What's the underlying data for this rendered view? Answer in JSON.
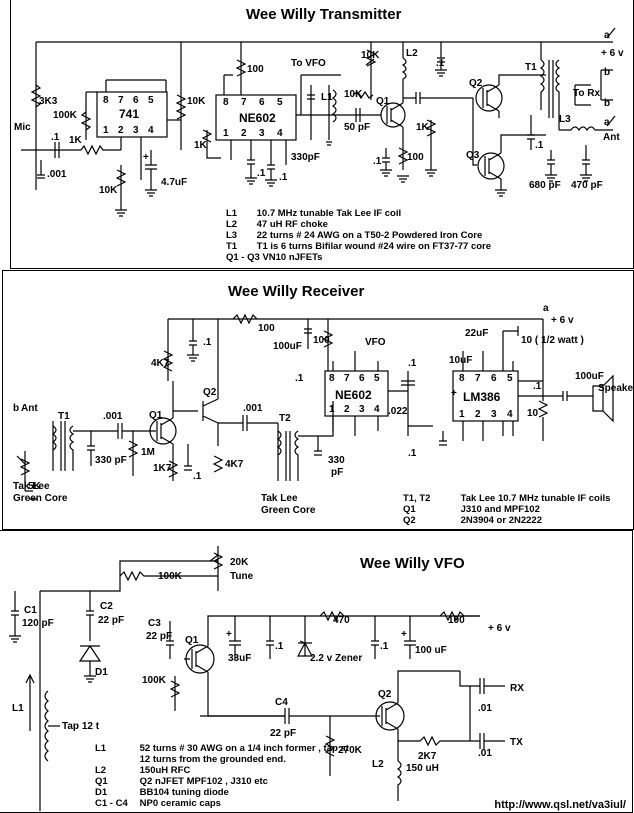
{
  "transmitter": {
    "title": "Wee Willy  Transmitter",
    "labels": {
      "mic": "Mic",
      "r3k3": "3K3",
      "c1": ".1",
      "c001": ".001",
      "r1k_a": "1K",
      "r100k_a": "100K",
      "op": "741",
      "r10k_a": "10K",
      "c47u": "4.7uF",
      "r10k_b": "10K",
      "r100": "100",
      "to_vfo": "To VFO",
      "ne": "NE602",
      "r1k_b": "1K",
      "c1_b": ".1",
      "c1_c": ".1",
      "l1": "L1",
      "c330": "330pF",
      "r10k_c": "10K",
      "r10k_d": "10K",
      "l2": "L2",
      "c1_d": ".1",
      "q1": "Q1",
      "c50": "50 pF",
      "r1k_c": "1K",
      "r100_b": "100",
      "c1_e": ".1",
      "q2": "Q2",
      "q3": "Q3",
      "t1": "T1",
      "c1_f": ".1",
      "l3": "L3",
      "c680": "680 pF",
      "c470": "470 pF",
      "to_rx": "To Rx",
      "v6": "+ 6 v",
      "ant": "Ant",
      "a": "a",
      "b": "b",
      "plus": "+",
      "pins_top": [
        "8",
        "7",
        "6",
        "5"
      ],
      "pins_bot": [
        "1",
        "2",
        "3",
        "4"
      ]
    },
    "notes": [
      {
        "ref": "L1",
        "text": "10.7 MHz tunable Tak Lee IF coil"
      },
      {
        "ref": "L2",
        "text": "47 uH RF choke"
      },
      {
        "ref": "L3",
        "text": "22 turns # 24  AWG on a T50-2 Powdered Iron Core"
      },
      {
        "ref": "T1",
        "text": "T1 is 6 turns Bifilar wound #24 wire on FT37-77 core"
      },
      {
        "ref": "Q1 - Q3",
        "text": "VN10  nJFETs"
      }
    ]
  },
  "receiver": {
    "title": "Wee Willy  Receiver",
    "labels": {
      "ant": "Ant",
      "b": "b",
      "r5k": "5K",
      "t1": "T1",
      "c001": ".001",
      "c330": "330 pF",
      "r1m": "1M",
      "q1": "Q1",
      "r4k7_a": "4K7",
      "r1k7": "1K7",
      "c1_a": ".1",
      "q2": "Q2",
      "c001_b": ".001",
      "r4k7_b": "4K7",
      "t2": "T2",
      "c330_b": "330",
      "pf": "pF",
      "r100_a": "100",
      "c100u": "100uF",
      "r100_b": "100",
      "c1_b": ".1",
      "vfo": "VFO",
      "ne": "NE602",
      "c022": ".022",
      "c1_c": ".1",
      "c1_d": ".1",
      "c10u": "10uF",
      "lm": "LM386",
      "c22u": "22uF",
      "r10": "10  ( 1/2 watt )",
      "c1_e": ".1",
      "r10_b": "10",
      "c100u_b": "100uF",
      "speaker": "Speaker",
      "a": "a",
      "v6": "+ 6 v",
      "tak1": "Tak Lee",
      "green1": "Green Core",
      "tak2": "Tak Lee",
      "green2": "Green Core",
      "plus": "+",
      "pins_top": [
        "8",
        "7",
        "6",
        "5"
      ],
      "pins_bot": [
        "1",
        "2",
        "3",
        "4"
      ]
    },
    "notes": [
      {
        "ref": "T1, T2",
        "text": "Tak Lee 10.7 MHz tunable IF coils"
      },
      {
        "ref": "Q1",
        "text": "J310 and MPF102"
      },
      {
        "ref": "Q2",
        "text": "2N3904 or 2N2222"
      }
    ]
  },
  "vfo": {
    "title": "Wee Willy VFO",
    "labels": {
      "c1": "C1",
      "c1v": "120 pF",
      "c2": "C2",
      "c2v": "22 pF",
      "d1": "D1",
      "r100k": "100K",
      "r20k": "20K",
      "tune": "Tune",
      "c3": "C3",
      "c3v": "22 pF",
      "q1": "Q1",
      "r100k_b": "100K",
      "c33u": "33uF",
      "c1_a": ".1",
      "zener": "2.2 v  Zener",
      "r470": "470",
      "c1_b": ".1",
      "r100": "100",
      "c100u": "100 uF",
      "v6": "+ 6 v",
      "l1": "L1",
      "tap": "Tap 12 t",
      "c4": "C4",
      "c4v": "22 pF",
      "r270k": "270K",
      "q2": "Q2",
      "l2": "L2",
      "l2v": "150 uH",
      "r2k7": "2K7",
      "rx": "RX",
      "tx": "TX",
      "c01_a": ".01",
      "c01_b": ".01",
      "plus": "+"
    },
    "notes": [
      {
        "ref": "L1",
        "text": "52 turns # 30 AWG on a 1/4 inch former , tap at"
      },
      {
        "ref": "",
        "text": "12 turns from the grounded end."
      },
      {
        "ref": "L2",
        "text": "150uH RFC"
      },
      {
        "ref": "Q1",
        "text": "Q2  nJFET  MPF102 , J310  etc"
      },
      {
        "ref": "D1",
        "text": "BB104 tuning diode"
      },
      {
        "ref": "C1 - C4",
        "text": "NP0 ceramic caps"
      }
    ],
    "url": "http://www.qsl.net/va3iul/"
  }
}
